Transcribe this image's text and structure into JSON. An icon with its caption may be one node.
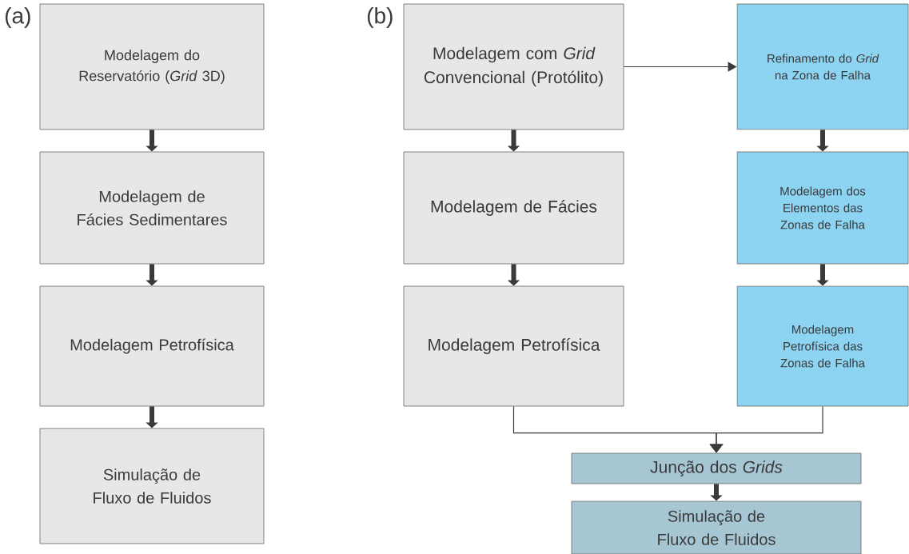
{
  "diagram": {
    "nodes": [
      {
        "text": [
          "Modelagem do Reservatório (*Grid* 3D)"
        ]
      },
      {
        "text": [
          "Modelagem de Fácies Sedimentares"
        ]
      },
      {
        "text": [
          "Modelagem Petrofísica"
        ]
      },
      {
        "text": [
          "Simulação de Fluxo de Fluidos"
        ]
      },
      {
        "text": [
          "Modelagem com *Grid* Convencional (Protólito)"
        ]
      },
      {
        "text": [
          "Modelagem de Fácies"
        ]
      },
      {
        "text": [
          "Modelagem Petrofísica"
        ]
      },
      {
        "text": [
          "Refinamento do *Grid* na Zona de Falha"
        ]
      },
      {
        "text": [
          "Modelagem dos Elementos das Zonas de Falha"
        ]
      },
      {
        "text": [
          "Modelagem Petrofísica das Zonas de Falha"
        ]
      },
      {
        "text": [
          "Junção dos *Grids*"
        ]
      },
      {
        "text": [
          "Simulação de Fluxo de Fluidos"
        ]
      }
    ],
    "edges": [
      {
        "from": 0,
        "to": 1,
        "arrow": "to"
      },
      {
        "from": 1,
        "to": 2,
        "arrow": "to"
      },
      {
        "from": 2,
        "to": 3,
        "arrow": "to"
      },
      {
        "from": 4,
        "to": 5,
        "arrow": "to"
      },
      {
        "from": 5,
        "to": 6,
        "arrow": "to"
      },
      {
        "from": 4,
        "to": 7,
        "arrow": "to"
      },
      {
        "from": 7,
        "to": 8,
        "arrow": "to"
      },
      {
        "from": 8,
        "to": 9,
        "arrow": "to"
      },
      {
        "from": 6,
        "to": 10,
        "arrow": "to"
      },
      {
        "from": 9,
        "to": 10,
        "arrow": "to"
      },
      {
        "from": 10,
        "to": 11,
        "arrow": "to"
      }
    ],
    "labels": [
      "(a)",
      "(b)"
    ]
  }
}
